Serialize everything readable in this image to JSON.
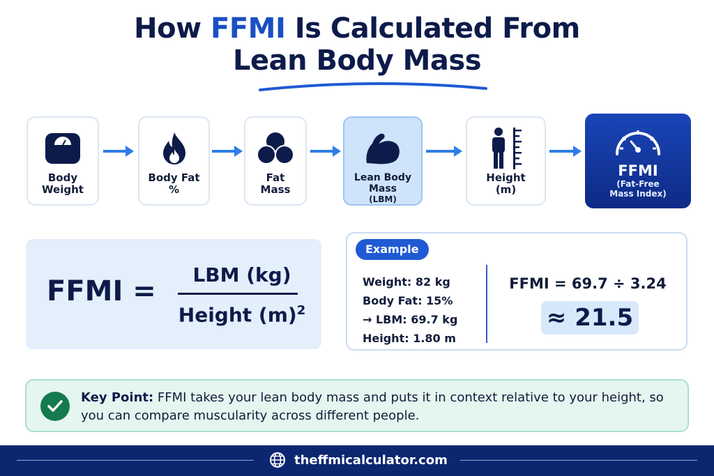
{
  "title": {
    "line1_pre": "How ",
    "line1_accent": "FFMI",
    "line1_post": " Is Calculated From",
    "line2": "Lean Body Mass"
  },
  "steps": [
    {
      "label": "Body Weight",
      "icon": "scale-icon"
    },
    {
      "label": "Body Fat %",
      "icon": "flame-icon"
    },
    {
      "label": "Fat Mass",
      "icon": "cells-icon"
    },
    {
      "label": "Lean Body Mass",
      "sub": "(LBM)",
      "icon": "flexed-arm-icon"
    },
    {
      "label": "Height",
      "sub": "(m)",
      "icon": "person-ruler-icon"
    },
    {
      "label": "FFMI",
      "sub": "(Fat-Free Mass Index)",
      "icon": "gauge-icon"
    }
  ],
  "formula": {
    "left": "FFMI =",
    "numerator": "LBM (kg)",
    "denominator": "Height (m)",
    "exponent": "2"
  },
  "example": {
    "badge": "Example",
    "lines": [
      "Weight: 82 kg",
      "Body Fat: 15%",
      "→ LBM: 69.7 kg",
      "Height: 1.80 m"
    ],
    "equation": "FFMI = 69.7 ÷ 3.24",
    "result": "≈ 21.5"
  },
  "key_point": {
    "label": "Key Point:",
    "text": " FFMI takes your lean body mass and puts it in context relative to your height, so you can compare muscularity across different people."
  },
  "footer": {
    "site": "theffmicalculator.com"
  },
  "colors": {
    "navy": "#0d1b4a",
    "accent_blue": "#1a4fc4",
    "lbm_bg": "#cfe3fb",
    "key_green": "#157a4f",
    "footer_bg": "#0d2670"
  }
}
